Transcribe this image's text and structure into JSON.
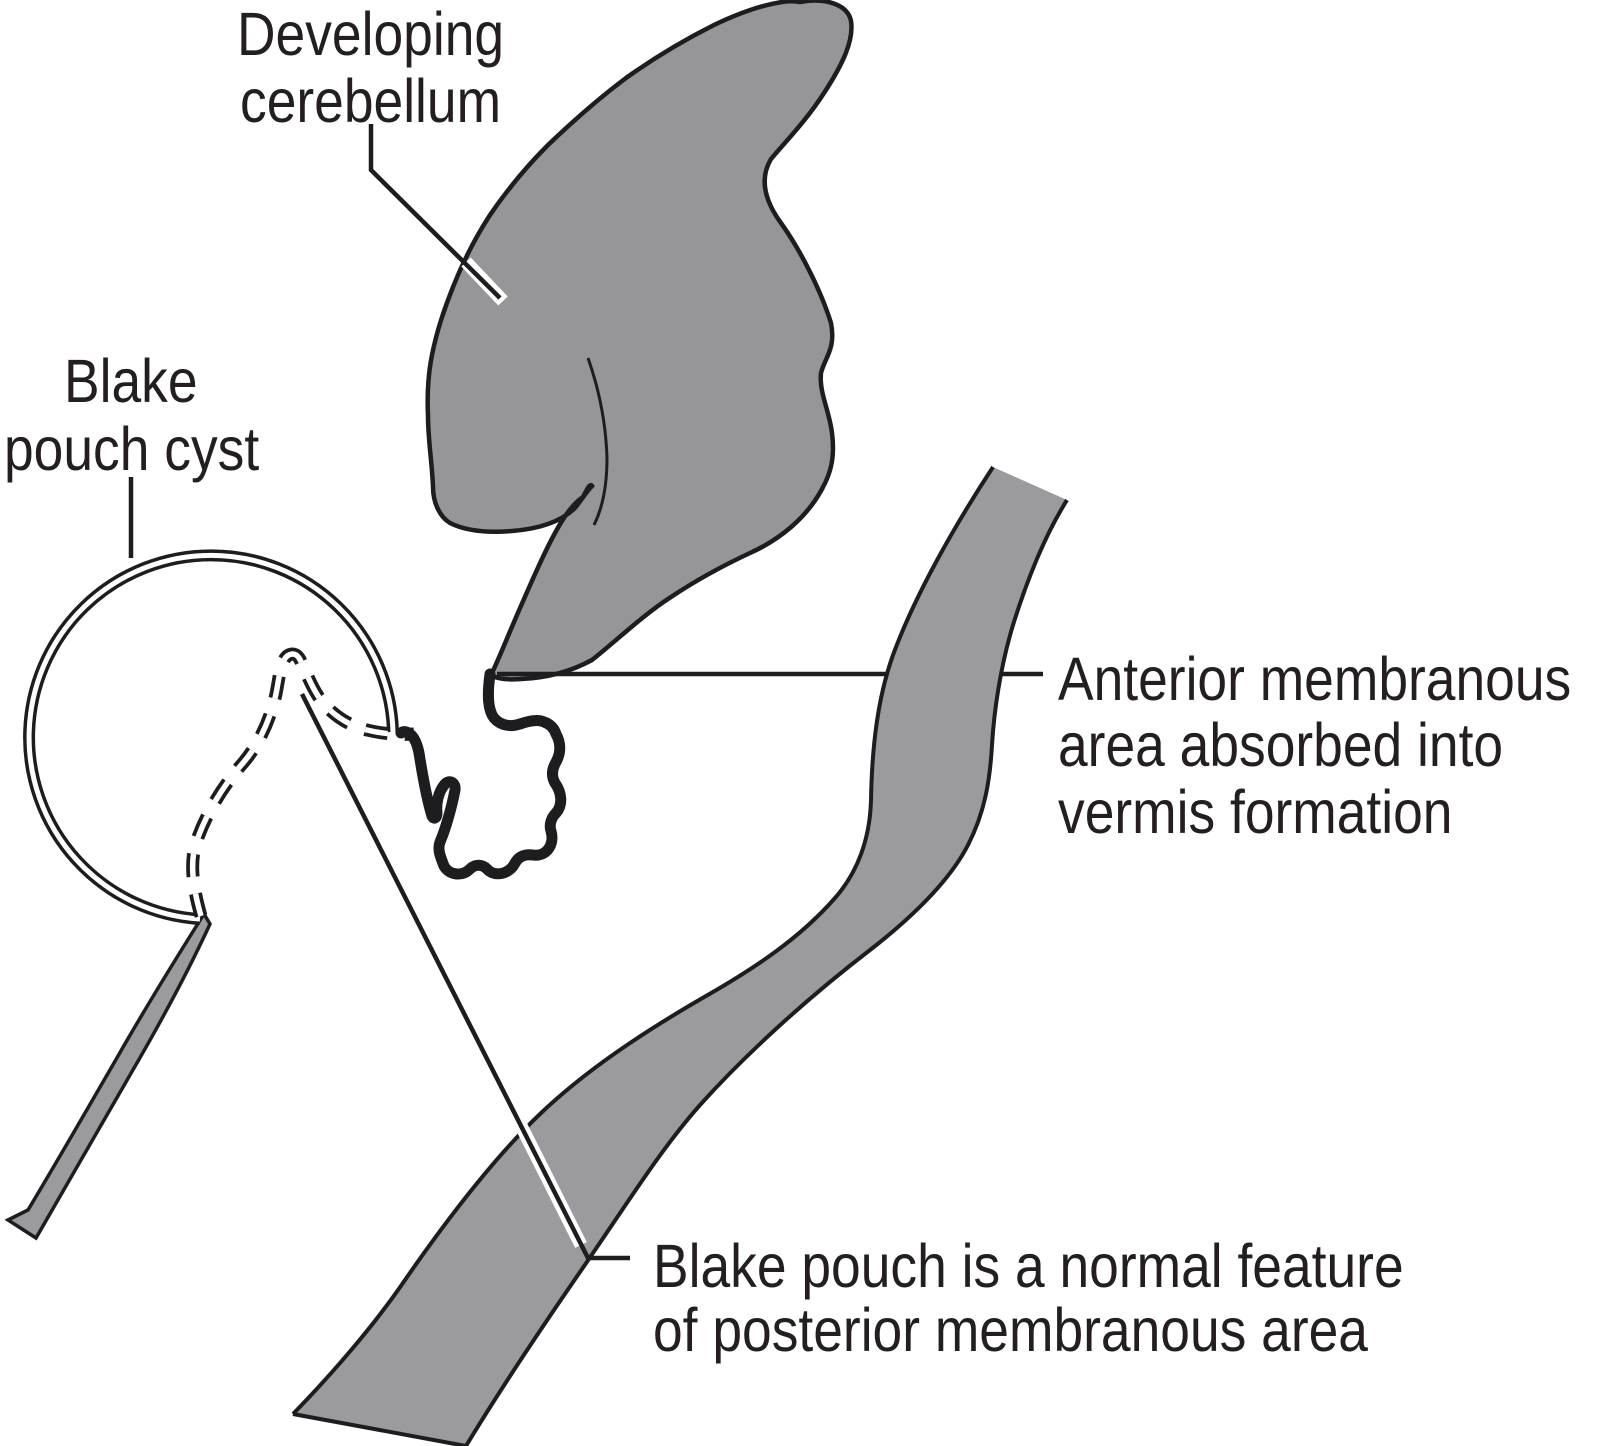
{
  "labels": {
    "developing_cerebellum": {
      "line1": "Developing",
      "line2": "cerebellum"
    },
    "blake_pouch_cyst": {
      "line1": "Blake",
      "line2": "pouch cyst"
    },
    "anterior_membranous": {
      "line1": "Anterior membranous",
      "line2": "area absorbed into",
      "line3": "vermis formation"
    },
    "blake_pouch_normal": {
      "line1": "Blake pouch is a normal feature",
      "line2": "of posterior membranous area"
    }
  },
  "colors": {
    "background": "#ffffff",
    "shape_gray": "#96969a",
    "band_gray": "#9b9b9f",
    "outline": "#1d1d1f",
    "text_color": "#231f20"
  }
}
